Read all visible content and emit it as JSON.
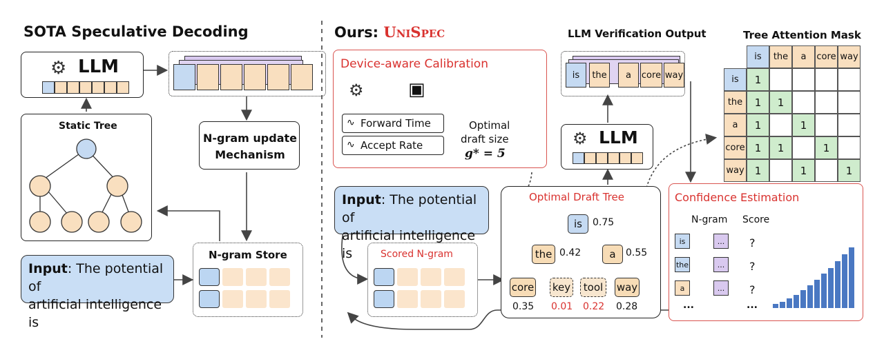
{
  "left": {
    "title": "SOTA Speculative Decoding",
    "llm": "LLM",
    "static_tree": "Static Tree",
    "ngram_update": [
      "N-gram update",
      "Mechanism"
    ],
    "ngram_store": "N-gram Store",
    "input_bold": "Input",
    "input_rest": ": The potential of",
    "input_line2": "artificial intelligence is"
  },
  "right": {
    "title_prefix": "Ours: ",
    "title_name": "UniSpec",
    "calib_title": "Device-aware Calibration",
    "forward_time": "Forward Time",
    "accept_rate": "Accept Rate",
    "optimal": [
      "Optimal",
      "draft size"
    ],
    "g_star": "g* = 5",
    "verif_title": "LLM Verification Output",
    "verif_tokens": [
      "is",
      "the",
      "a",
      "core",
      "way"
    ],
    "llm": "LLM",
    "mask_title": "Tree Attention Mask",
    "mask_tokens": [
      "is",
      "the",
      "a",
      "core",
      "way"
    ],
    "mask_ones": [
      [
        0
      ],
      [
        0,
        1
      ],
      [
        0,
        2
      ],
      [
        0,
        1,
        3
      ],
      [
        0,
        2,
        4
      ]
    ],
    "draft_tree_title": "Optimal Draft Tree",
    "tree": {
      "root": {
        "label": "is",
        "score": "0.75"
      },
      "l1": [
        {
          "label": "the",
          "score": "0.42"
        },
        {
          "label": "a",
          "score": "0.55"
        }
      ],
      "l2": [
        {
          "label": "core",
          "score": "0.35"
        },
        {
          "label": "key",
          "score": "0.01"
        },
        {
          "label": "tool",
          "score": "0.22"
        },
        {
          "label": "way",
          "score": "0.28"
        }
      ]
    },
    "input_bold": "Input",
    "input_rest": ": The potential of",
    "input_line2": "artificial intelligence is",
    "scored_ngram": "Scored N-gram",
    "conf_title": "Confidence Estimation",
    "conf_ngram": "N-gram",
    "conf_score": "Score",
    "conf_tokens": [
      "is",
      "the",
      "a"
    ],
    "ellipsis": "...",
    "question": "?",
    "colors": {
      "accent": "#d9322f",
      "bar": "#4a78c2",
      "green": "#cfeccd"
    }
  }
}
